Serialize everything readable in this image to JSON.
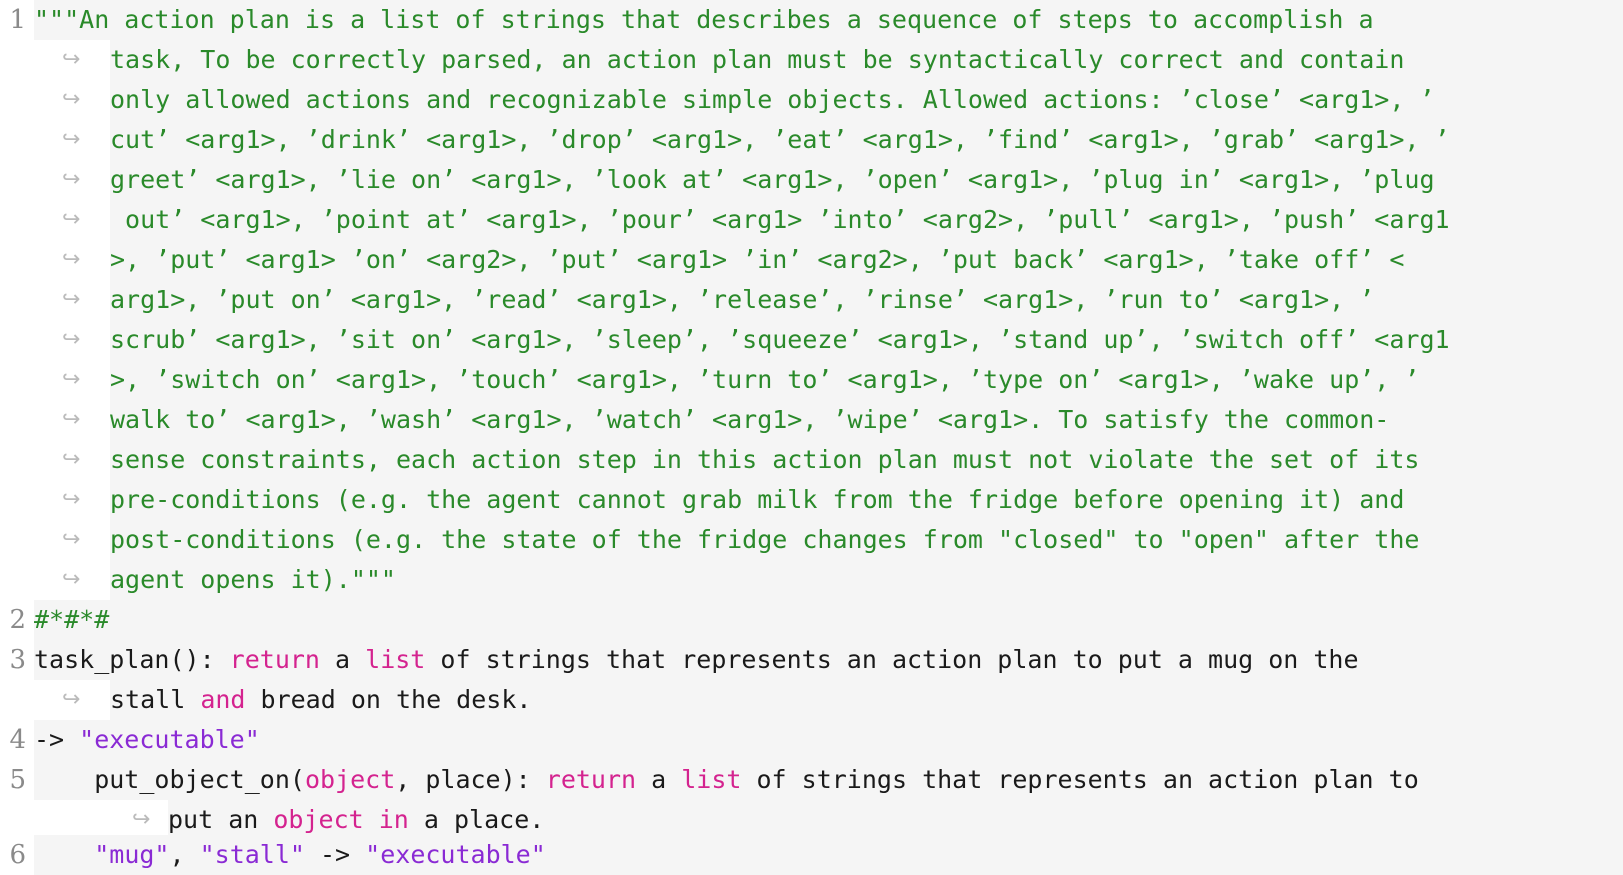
{
  "line_numbers": [
    "1",
    "2",
    "3",
    "4",
    "5",
    "6"
  ],
  "colors": {
    "string": "#2a8a2a",
    "keyword": "#d4238f",
    "literal": "#8a2ad4",
    "text": "#1a1a1a",
    "line_number": "#8a8a8a",
    "background": "#f5f5f5"
  },
  "line1": [
    "\"\"\"An action plan is a list of strings that describes a sequence of steps to accomplish a",
    "task, To be correctly parsed, an action plan must be syntactically correct and contain",
    "only allowed actions and recognizable simple objects. Allowed actions: ’close’ <arg1>, ’",
    "cut’ <arg1>, ’drink’ <arg1>, ’drop’ <arg1>, ’eat’ <arg1>, ’find’ <arg1>, ’grab’ <arg1>, ’",
    "greet’ <arg1>, ’lie on’ <arg1>, ’look at’ <arg1>, ’open’ <arg1>, ’plug in’ <arg1>, ’plug",
    " out’ <arg1>, ’point at’ <arg1>, ’pour’ <arg1> ’into’ <arg2>, ’pull’ <arg1>, ’push’ <arg1",
    ">, ’put’ <arg1> ’on’ <arg2>, ’put’ <arg1> ’in’ <arg2>, ’put back’ <arg1>, ’take off’ <",
    "arg1>, ’put on’ <arg1>, ’read’ <arg1>, ’release’, ’rinse’ <arg1>, ’run to’ <arg1>, ’",
    "scrub’ <arg1>, ’sit on’ <arg1>, ’sleep’, ’squeeze’ <arg1>, ’stand up’, ’switch off’ <arg1",
    ">, ’switch on’ <arg1>, ’touch’ <arg1>, ’turn to’ <arg1>, ’type on’ <arg1>, ’wake up’, ’",
    "walk to’ <arg1>, ’wash’ <arg1>, ’watch’ <arg1>, ’wipe’ <arg1>. To satisfy the common-",
    "sense constraints, each action step in this action plan must not violate the set of its",
    "pre-conditions (e.g. the agent cannot grab milk from the fridge before opening it) and",
    "post-conditions (e.g. the state of the fridge changes from \"closed\" to \"open\" after the",
    "agent opens it).\"\"\""
  ],
  "line2": "#*#*#",
  "line3": {
    "row1": [
      "task_plan(): ",
      "return",
      " a ",
      "list",
      " of strings that represents an action plan to put a mug on the"
    ],
    "row2": [
      "stall ",
      "and",
      " bread on the desk."
    ]
  },
  "line4": [
    "-> ",
    "\"executable\""
  ],
  "line5": {
    "row1": [
      "    put_object_on(",
      "object",
      ", place): ",
      "return",
      " a ",
      "list",
      " of strings that represents an action plan to"
    ],
    "row2": [
      "put an ",
      "object",
      " ",
      "in",
      " a place."
    ]
  },
  "line6": [
    "    ",
    "\"mug\"",
    ", ",
    "\"stall\"",
    " -> ",
    "\"executable\""
  ]
}
